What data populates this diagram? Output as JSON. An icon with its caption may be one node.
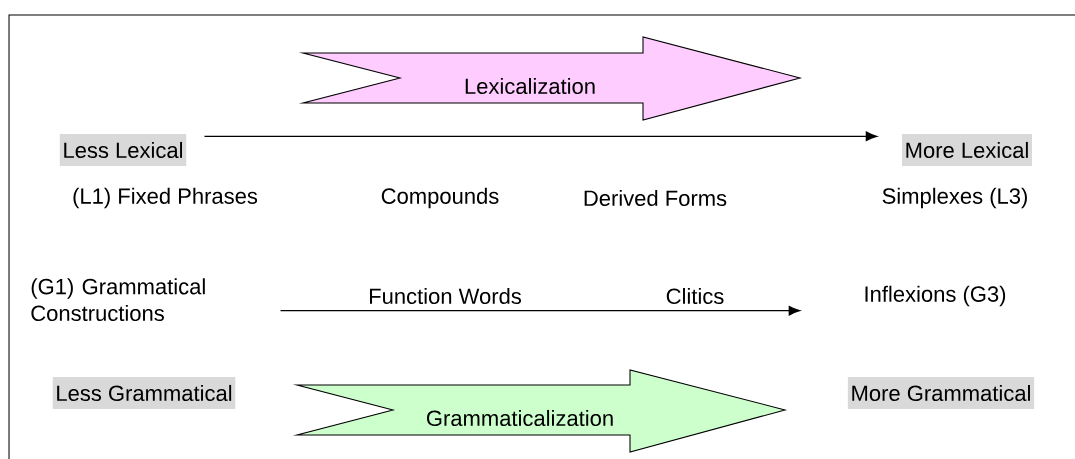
{
  "diagram": {
    "nodes": [
      {
        "text": [
          "Lexicalization"
        ]
      },
      {
        "text": [
          "Less Lexical"
        ]
      },
      {
        "text": [
          "More Lexical"
        ]
      },
      {
        "text": [
          "(L1) Fixed Phrases"
        ]
      },
      {
        "text": [
          "Compounds"
        ]
      },
      {
        "text": [
          "Derived Forms"
        ]
      },
      {
        "text": [
          "Simplexes (L3)"
        ]
      },
      {
        "text": [
          "(G1) Grammatical Constructions"
        ]
      },
      {
        "text": [
          "Function Words"
        ]
      },
      {
        "text": [
          "Clitics"
        ]
      },
      {
        "text": [
          "Inflexions (G3)"
        ]
      },
      {
        "text": [
          "Less Grammatical"
        ]
      },
      {
        "text": [
          "More Grammatical"
        ]
      },
      {
        "text": [
          "Grammaticalization"
        ]
      }
    ],
    "edges": [
      {
        "from": 1,
        "to": 2,
        "arrow": "to"
      },
      {
        "from": 7,
        "to": null,
        "arrow": "to"
      }
    ]
  }
}
